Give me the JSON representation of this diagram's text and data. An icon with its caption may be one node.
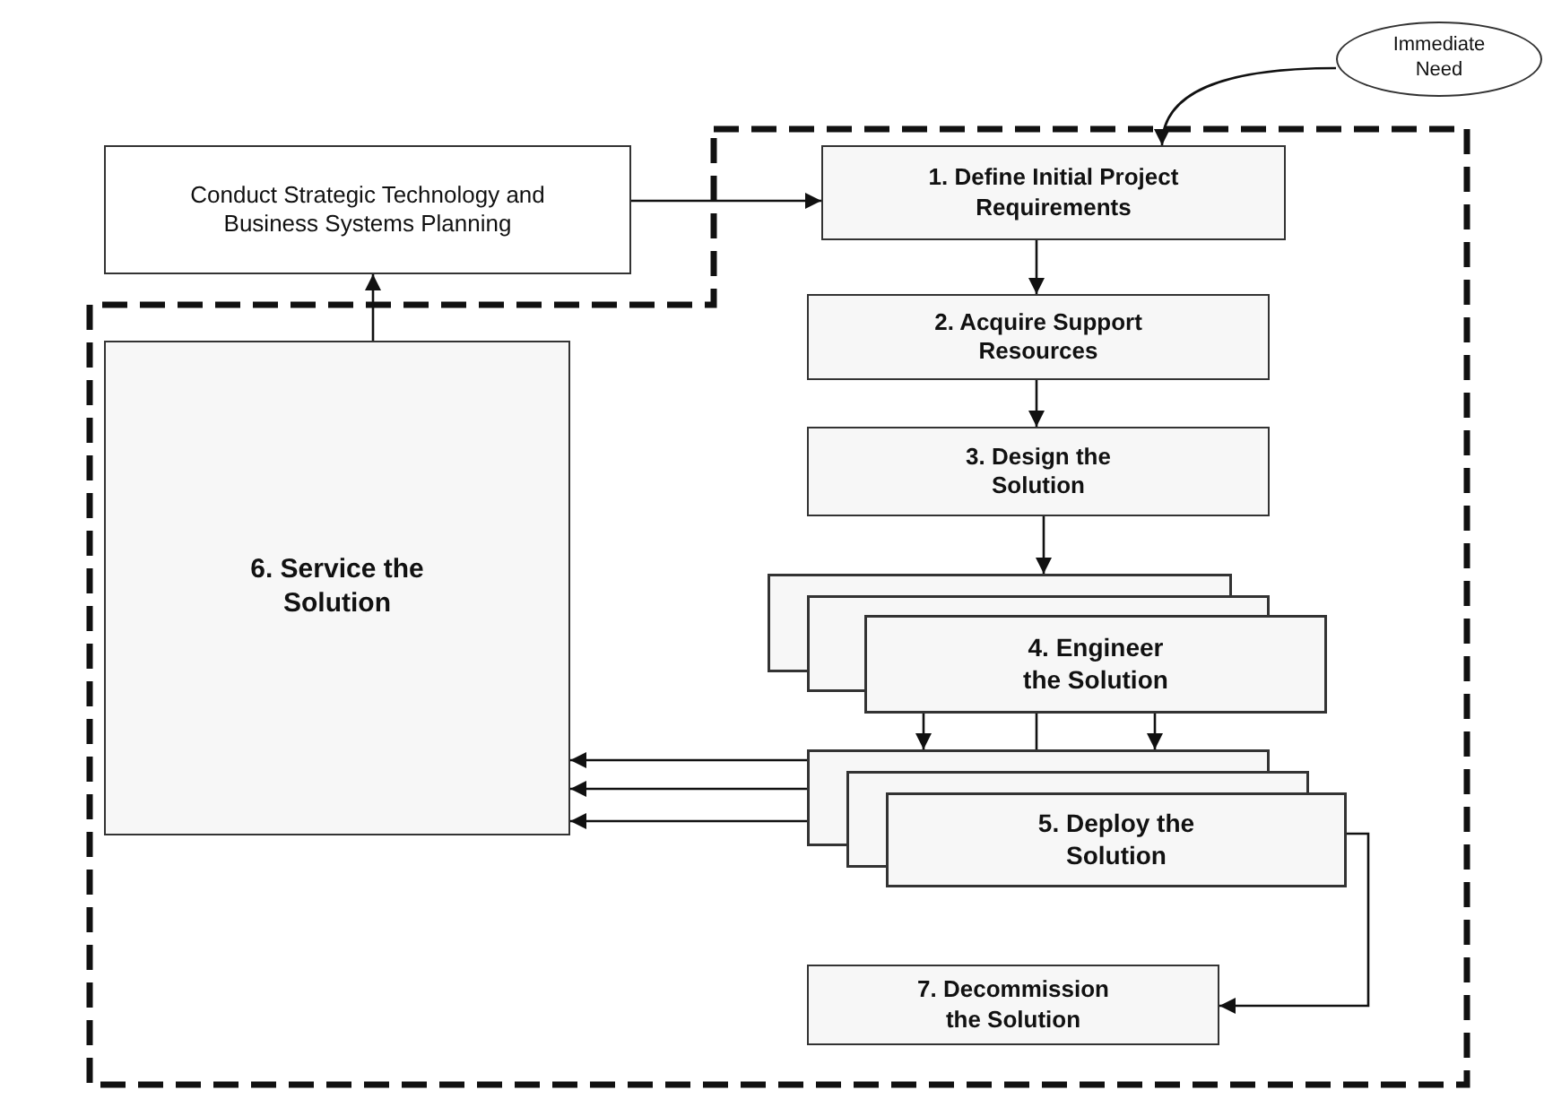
{
  "diagram": {
    "nodes": [
      {
        "text": [
          "Immediate Need"
        ]
      },
      {
        "text": [
          "Conduct Strategic Technology and Business Systems Planning"
        ]
      },
      {
        "text": [
          "1. Define Initial Project Requirements"
        ]
      },
      {
        "text": [
          "2. Acquire Support Resources"
        ]
      },
      {
        "text": [
          "3. Design the Solution"
        ]
      },
      {
        "text": [
          "6. Service the Solution"
        ]
      },
      {
        "text": [
          "4. Engineer the Solution"
        ]
      },
      {
        "text": [
          "5. Deploy the Solution"
        ]
      },
      {
        "text": [
          "7. Decommission the Solution"
        ]
      }
    ],
    "edges": [
      {
        "from": 0,
        "to": 2,
        "arrow": "to"
      },
      {
        "from": 1,
        "to": 2,
        "arrow": "to"
      },
      {
        "from": 2,
        "to": 3,
        "arrow": "to"
      },
      {
        "from": 3,
        "to": 4,
        "arrow": "to"
      },
      {
        "from": 4,
        "to": 6,
        "arrow": "to"
      },
      {
        "from": 6,
        "to": 7,
        "arrow": "to"
      },
      {
        "from": 6,
        "to": 7,
        "arrow": "none"
      },
      {
        "from": 6,
        "to": 7,
        "arrow": "to"
      },
      {
        "from": 7,
        "to": 5,
        "arrow": "to"
      },
      {
        "from": 7,
        "to": 5,
        "arrow": "to"
      },
      {
        "from": 7,
        "to": 5,
        "arrow": "to"
      },
      {
        "from": 7,
        "to": 8,
        "arrow": "to"
      },
      {
        "from": 5,
        "to": 1,
        "arrow": "to"
      }
    ]
  }
}
